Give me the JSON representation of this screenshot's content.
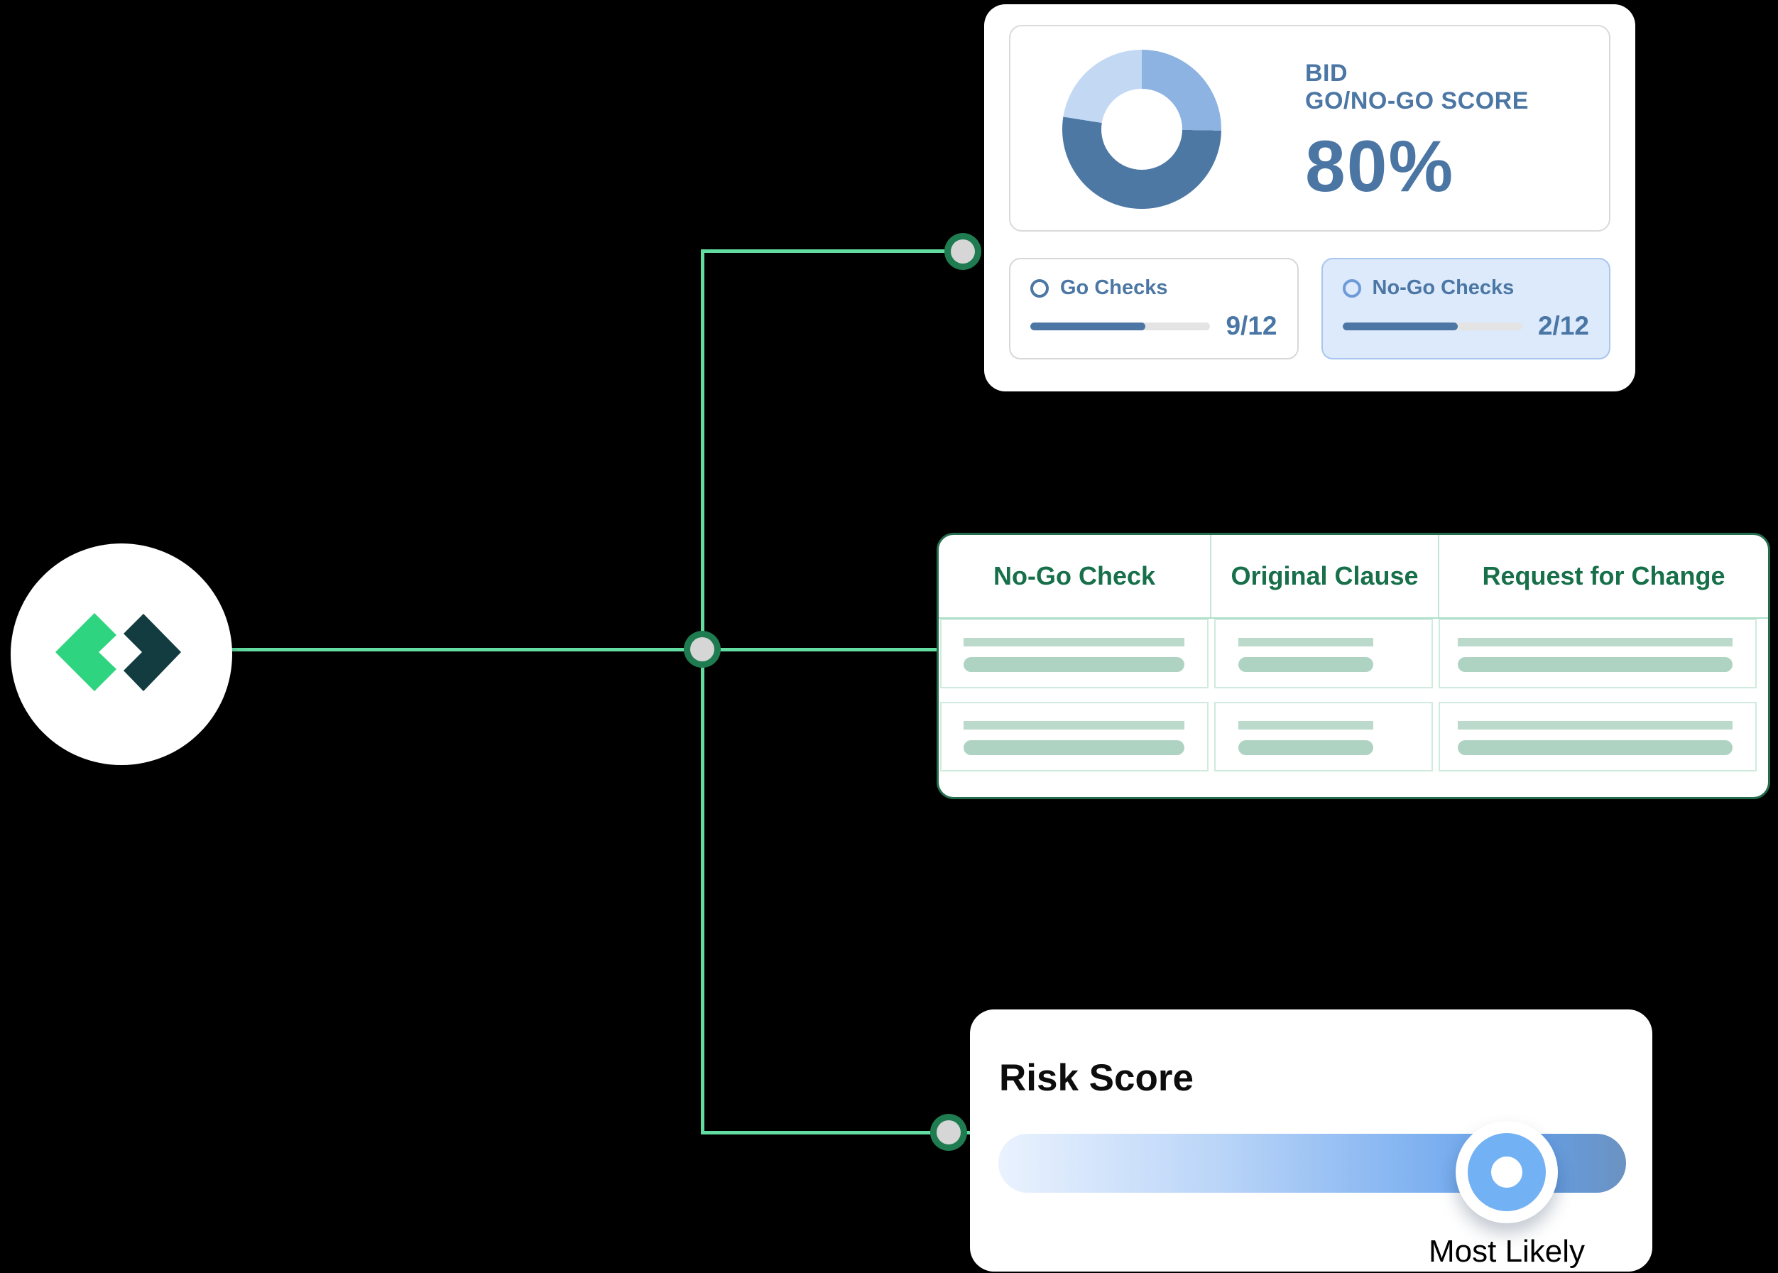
{
  "background_color": "#000000",
  "connector": {
    "line_color": "#63DCA1",
    "node_ring_color": "#1F7B50",
    "node_center_color": "#D6D6D6"
  },
  "logo": {
    "left_glyph_color": "#2ED47F",
    "right_glyph_color": "#123C3F"
  },
  "score_card": {
    "title_line1": "BID",
    "title_line2": "GO/NO-GO SCORE",
    "score": "80%",
    "text_color": "#4C77A4",
    "go_checks": {
      "label": "Go Checks",
      "value": "9/12",
      "fill_pct": 64
    },
    "nogo_checks": {
      "label": "No-Go Checks",
      "value": "2/12",
      "fill_pct": 64
    }
  },
  "chart_data": {
    "type": "pie",
    "title": "BID GO/NO-GO SCORE",
    "center_label": "80%",
    "legend_position": "none",
    "segments": [
      {
        "name": "go-share",
        "color": "#8CB3E1",
        "start_deg": 0,
        "end_deg": 91,
        "pct": 25
      },
      {
        "name": "no-go-share",
        "color": "#4D78A3",
        "start_deg": 91,
        "end_deg": 279,
        "pct": 52
      },
      {
        "name": "open-share",
        "color": "#C3D9F3",
        "start_deg": 279,
        "end_deg": 360,
        "pct": 23
      }
    ]
  },
  "table": {
    "headers": [
      "No-Go Check",
      "Original Clause",
      "Request for Change"
    ],
    "header_color": "#177049",
    "border_color": "#256C4D",
    "skeleton_bar_color": "#AFD3C2",
    "row_count": 2
  },
  "risk_card": {
    "title": "Risk Score",
    "slider": {
      "position_pct": 81,
      "label": "Most Likely",
      "thumb_color": "#73B1F5"
    }
  }
}
